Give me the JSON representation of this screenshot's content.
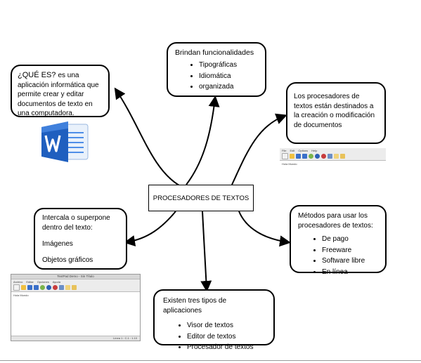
{
  "center": {
    "title": "PROCESADORES DE TEXTOS"
  },
  "definition": {
    "heading": "¿QUÉ ES?",
    "text": "es una aplicación informática que permite crear y editar documentos de texto en una computadora."
  },
  "functionalities": {
    "title": "Brindan funcionalidades",
    "items": [
      "Tipográficas",
      "Idiomática",
      "organizada"
    ]
  },
  "purpose": {
    "text": "Los procesadores de textos están destinados a la creación o modificación de documentos"
  },
  "insert": {
    "text": "Intercala o superpone dentro del texto:",
    "items": [
      "Imágenes",
      "Objetos gráficos"
    ]
  },
  "methods": {
    "title": "Métodos para usar los procesadores de textos:",
    "items": [
      "De pago",
      "Freeware",
      "Software libre",
      "En línea"
    ]
  },
  "types": {
    "title": "Existen tres tipos de aplicaciones",
    "items": [
      "Visor de textos",
      "Editor de textos",
      "Procesador de textos"
    ]
  },
  "shot_left": {
    "title": "TextPad Demo - Sin Título",
    "menu": [
      "Archivo",
      "Editar",
      "Opciones",
      "Ayuda"
    ],
    "doc_text": "Hola Mundo",
    "status": "Línea 1 : C.1 : 1.10"
  },
  "shot_right": {
    "menu": [
      "File",
      "Edit",
      "Options",
      "Help"
    ],
    "doc_text": "Hola Mundo"
  },
  "colors": {
    "line": "#000000",
    "word_blue": "#1f5fbf",
    "word_light": "#4e8ee8"
  },
  "icons": [
    "word-logo-icon"
  ]
}
